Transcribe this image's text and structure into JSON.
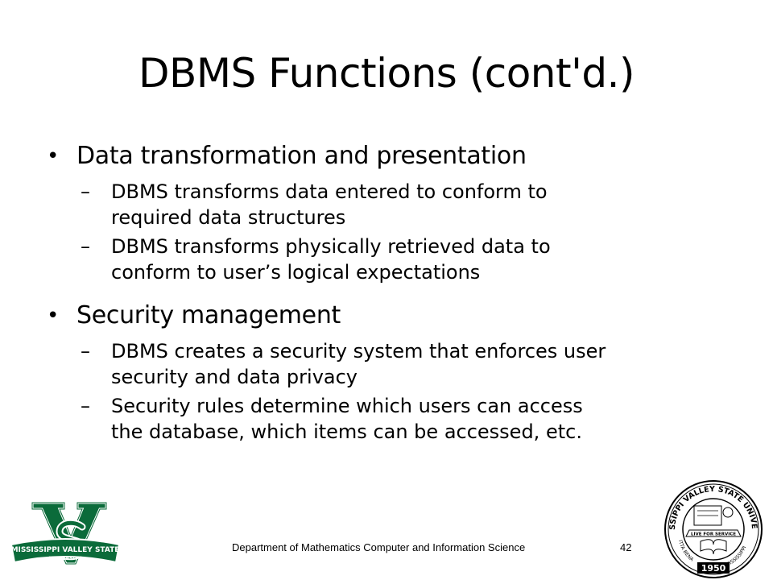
{
  "slide": {
    "title": "DBMS Functions (cont'd.)",
    "bullets": [
      {
        "text": "Data transformation and presentation",
        "subitems": [
          {
            "line1": "DBMS transforms data entered to conform to",
            "line2": "required data structures"
          },
          {
            "line1": "DBMS transforms physically retrieved data to",
            "line2": "conform to user’s logical expectations"
          }
        ]
      },
      {
        "text": "Security management",
        "subitems": [
          {
            "line1": "DBMS creates a security system that enforces user",
            "line2": "security and data privacy"
          },
          {
            "line1": "Security rules determine which users can access",
            "line2": "the database, which items can be accessed, etc."
          }
        ]
      }
    ],
    "footer": "Department of Mathematics Computer and Information Science",
    "page_number": "42",
    "bullet_glyph": "•",
    "dash_glyph": "–"
  },
  "logos": {
    "left": {
      "icon": "university-v-logo-icon",
      "letter": "V",
      "text": "MISSISSIPPI VALLEY STATE",
      "text2": "UNIVERSITY",
      "color_green": "#0b6b3a",
      "color_white": "#ffffff"
    },
    "right": {
      "icon": "university-seal-icon",
      "text_top": "MISSISSIPPI VALLEY STATE UNIVERSITY",
      "text_band": "LIVE FOR SERVICE",
      "text_bottom_left": "ITTA BENA",
      "text_bottom_right": "MISSISSIPPI",
      "year": "1950"
    }
  }
}
